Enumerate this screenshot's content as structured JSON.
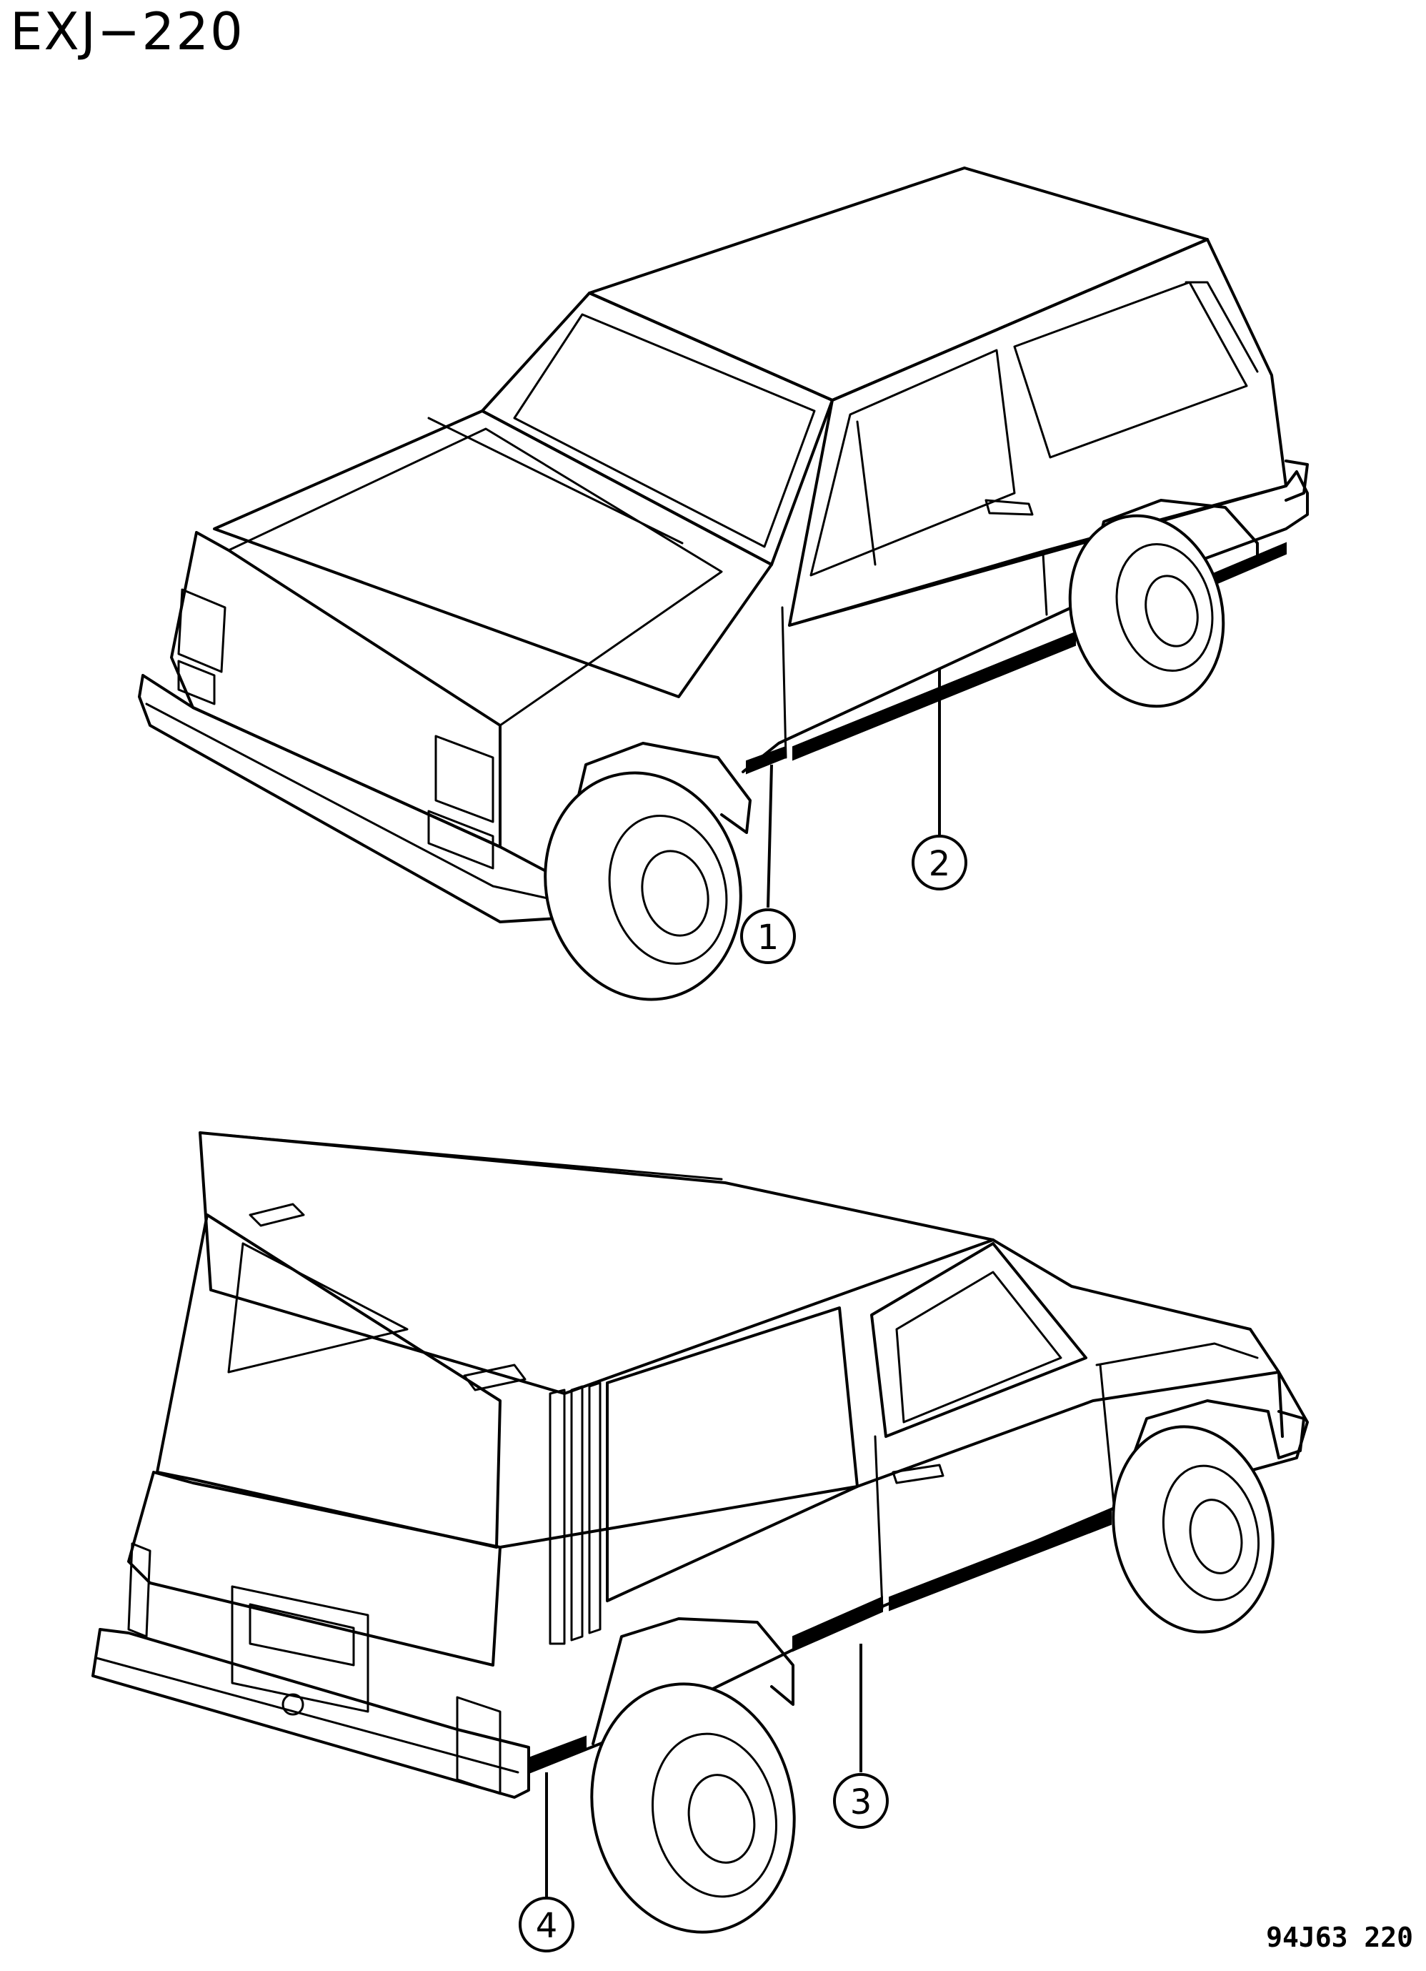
{
  "sheet_code": "EXJ−220",
  "figure_code": "94J63  220",
  "callouts": [
    {
      "id": "1",
      "label": "1"
    },
    {
      "id": "2",
      "label": "2"
    },
    {
      "id": "3",
      "label": "3"
    },
    {
      "id": "4",
      "label": "4"
    }
  ],
  "views": [
    {
      "id": "front-three-quarter-view"
    },
    {
      "id": "rear-three-quarter-view"
    }
  ]
}
